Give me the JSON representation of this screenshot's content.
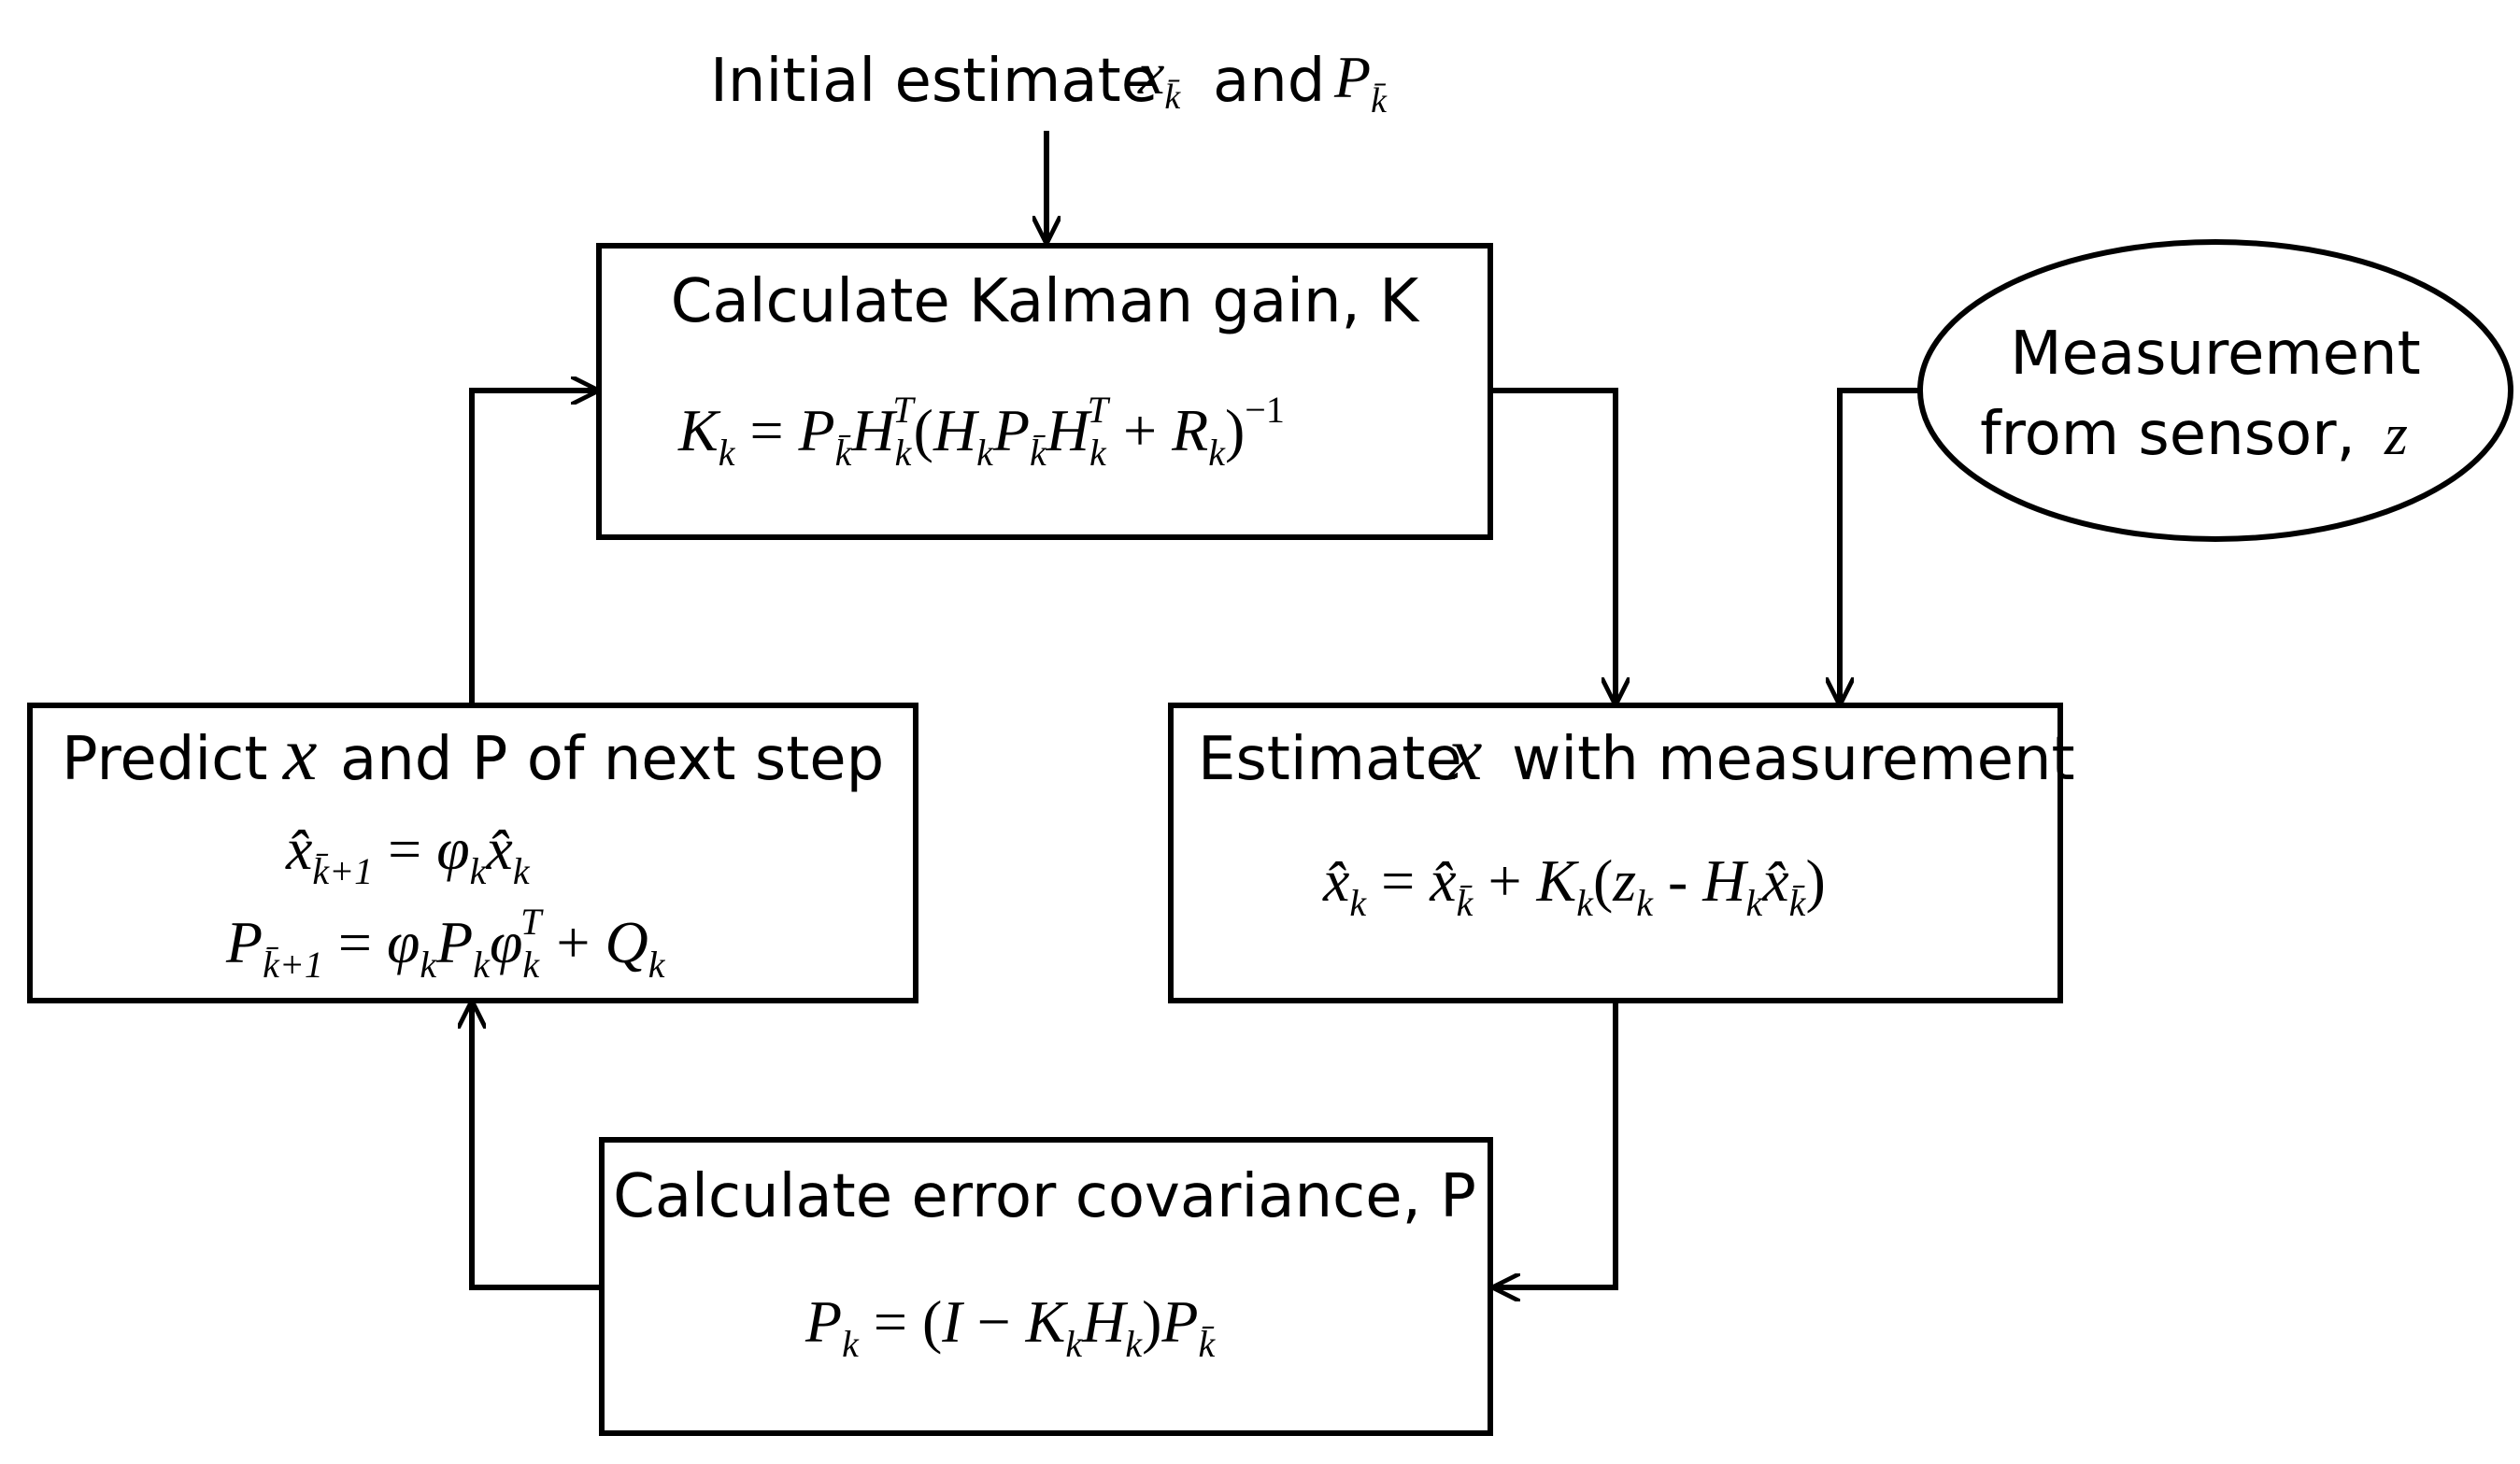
{
  "initial": {
    "text": "Initial estimate",
    "and": "and"
  },
  "kalman_gain": {
    "title": "Calculate Kalman gain, K"
  },
  "measurement": {
    "line1": "Measurement",
    "line2": "from sensor,"
  },
  "predict": {
    "title_part1": "Predict",
    "title_part2": "and P of next step"
  },
  "estimate": {
    "title_part1": "Estimate",
    "title_part2": "with measurement"
  },
  "error_cov": {
    "title": "Calculate error covariance, P"
  },
  "symbols": {
    "x": "x",
    "P": "P",
    "z": "z",
    "kbar": "k̄"
  },
  "equations": {
    "gain": "K_k = P_k̄ H_k^T (H_k P_k̄ H_k^T + R_k)^-1",
    "state_predict": "x̂_(k̄+1) = φ_k x̂_k",
    "cov_predict": "P_(k̄+1) = φ_k P_k φ_k^T + Q_k",
    "state_update": "x̂_k = x̂_k̄ + K_k (z_k - H_k x̂_k̄)",
    "cov_update": "P_k = (I − K_k H_k) P_k̄"
  }
}
